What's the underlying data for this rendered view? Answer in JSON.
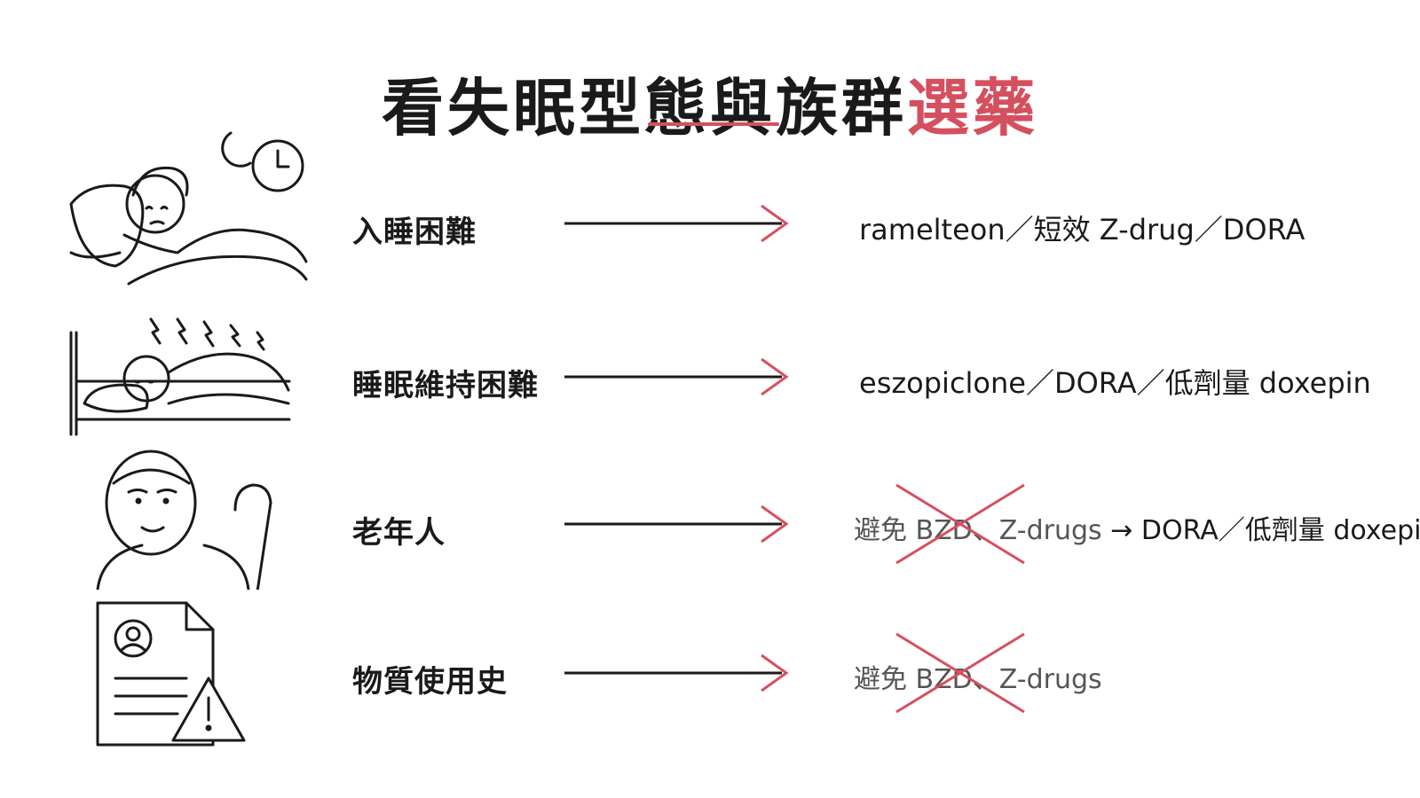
{
  "title": {
    "main": "看失眠型態與族群",
    "accent": "選藥"
  },
  "colors": {
    "accent": "#d5505f",
    "text": "#1a1a1a",
    "muted": "#555555"
  },
  "rows": [
    {
      "icon": "sleepless-person-icon",
      "label": "入睡困難",
      "result_main": "ramelteon／短效 Z-drug／DORA"
    },
    {
      "icon": "waking-person-icon",
      "label": "睡眠維持困難",
      "result_main": "eszopiclone／DORA／低劑量 doxepin"
    },
    {
      "icon": "elderly-person-icon",
      "label": "老年人",
      "result_avoid": "避免 BZD、Z-drugs",
      "result_arrow": "→",
      "result_main": "DORA／低劑量 doxepin"
    },
    {
      "icon": "document-warning-icon",
      "label": "物質使用史",
      "result_avoid": "避免 BZD、Z-drugs"
    }
  ]
}
